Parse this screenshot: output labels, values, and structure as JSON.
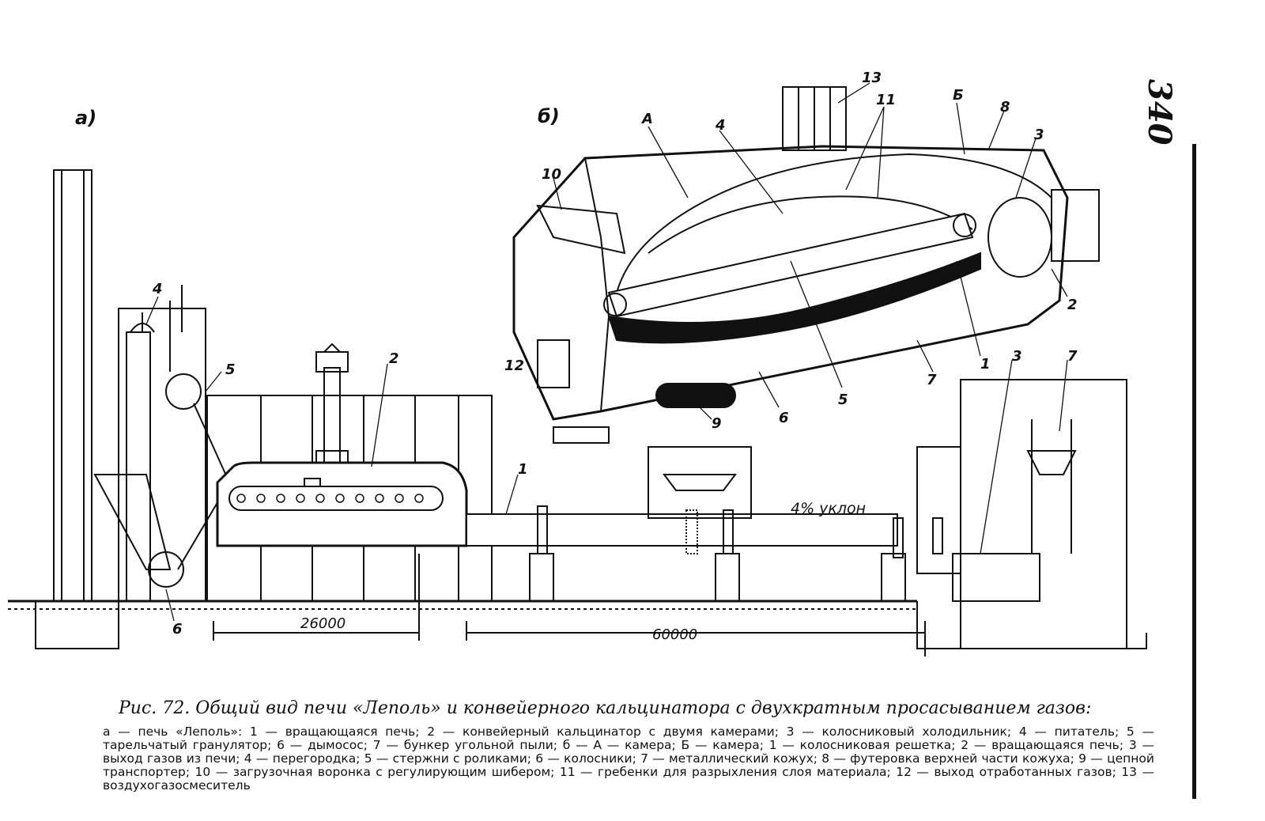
{
  "page_number": "340",
  "panels": {
    "a": "а)",
    "b": "б)"
  },
  "callouts_a": [
    "4",
    "5",
    "2",
    "1",
    "6",
    "3",
    "7"
  ],
  "callouts_b": [
    "13",
    "11",
    "А",
    "4",
    "Б",
    "8",
    "3",
    "10",
    "2",
    "12",
    "9",
    "6",
    "5",
    "7",
    "1"
  ],
  "dimensions": {
    "d1": "26000",
    "d2": "60000",
    "slope": "4% уклон"
  },
  "caption": {
    "title": "Рис. 72. Общий вид печи «Леполь» и конвейерного кальцинатора с двухкратным просасыванием газов:",
    "body": "а — печь «Леполь»: 1 — вращающаяся печь; 2 — конвейерный кальцинатор с двумя камерами; 3 — колосниковый холодильник; 4 — питатель; 5 — тарельчатый гранулятор; 6 — дымосос; 7 — бункер угольной пыли; б — А — камера; Б — камера; 1 — колосниковая решетка; 2 — вращающаяся печь; 3 — выход газов из печи; 4 — перегородка; 5 — стержни с роликами; 6 — колосники; 7 — металлический кожух; 8 — футеровка верхней части кожуха; 9 — цепной транспортер; 10 — загрузочная воронка с регулирующим шибером; 11 — гребенки для разрыхления слоя материала; 12 — выход отработанных газов; 13 — воздухогазосмеситель"
  }
}
